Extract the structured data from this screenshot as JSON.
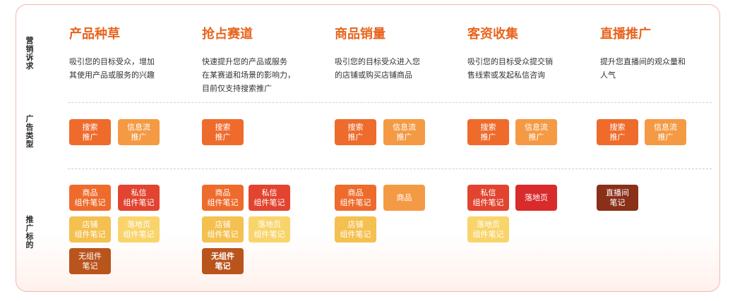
{
  "row_labels": {
    "demand": "营销诉求",
    "ad_type": "广告类型",
    "target": "推广标的"
  },
  "columns": [
    {
      "title": "产品种草",
      "desc": [
        "吸引您的目标受众，增加",
        "其使用产品或服务的兴趣"
      ],
      "ad_types": [
        "搜索推广",
        "信息流推广"
      ],
      "targets": [
        "商品组件笔记",
        "私信组件笔记",
        "店铺组件笔记",
        "落地页组件笔记",
        "无组件笔记"
      ]
    },
    {
      "title": "抢占赛道",
      "desc": [
        "快速提升您的产品或服务",
        "在某赛道和场景的影响力，",
        "目前仅支持搜索推广"
      ],
      "ad_types": [
        "搜索推广"
      ],
      "targets": [
        "商品组件笔记",
        "私信组件笔记",
        "店铺组件笔记",
        "落地页组件笔记",
        "无组件笔记"
      ]
    },
    {
      "title": "商品销量",
      "desc": [
        "吸引您的目标受众进入您",
        "的店铺或购买店铺商品"
      ],
      "ad_types": [
        "搜索推广",
        "信息流推广"
      ],
      "targets": [
        "商品组件笔记",
        "商品",
        "店铺组件笔记"
      ]
    },
    {
      "title": "客资收集",
      "desc": [
        "吸引您的目标受众提交销",
        "售线索或发起私信咨询"
      ],
      "ad_types": [
        "搜索推广",
        "信息流推广"
      ],
      "targets": [
        "私信组件笔记",
        "落地页",
        "落地页组件笔记"
      ]
    },
    {
      "title": "直播推广",
      "desc": [
        "提升您直播间的观众量和",
        "人气"
      ],
      "ad_types": [
        "搜索推广",
        "信息流推广"
      ],
      "targets": [
        "直播间笔记"
      ]
    }
  ],
  "tag_text": {
    "search": [
      "搜索",
      "推广"
    ],
    "feed": [
      "信息流",
      "推广"
    ],
    "product_note": [
      "商品",
      "组件笔记"
    ],
    "dm_note": [
      "私信",
      "组件笔记"
    ],
    "shop_note": [
      "店铺",
      "组件笔记"
    ],
    "landing_note": [
      "落地页",
      "组件笔记"
    ],
    "plain_note": [
      "无组件",
      "笔记"
    ],
    "product": "商品",
    "landing": "落地页",
    "live_note": [
      "直播间",
      "笔记"
    ]
  },
  "colors": {
    "title": "#e8641e",
    "search": "#ee6b2c",
    "feed": "#f49a44",
    "shop": "#f4c04f",
    "landing_note": "#f8d46a",
    "dm": "#e24430",
    "landing": "#d92b2b",
    "plain": "#b9541c",
    "live": "#8a2f18",
    "border": "#f1b9a8"
  }
}
